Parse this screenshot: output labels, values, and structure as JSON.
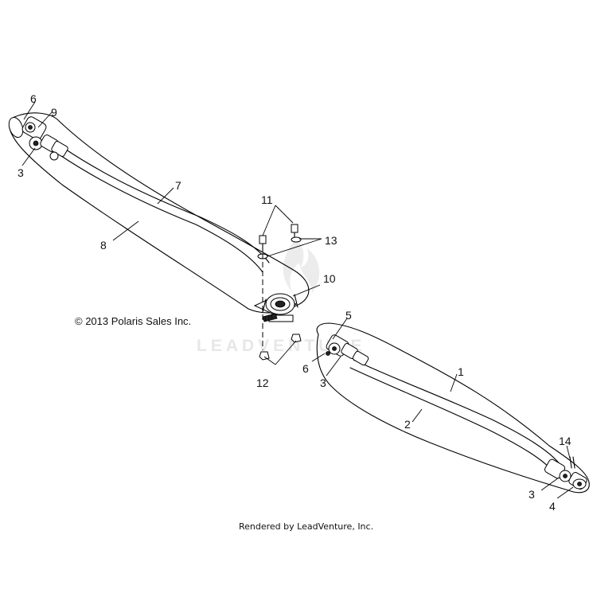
{
  "watermark": {
    "text": "LEADVENTURE",
    "color": "#e5e5e5"
  },
  "copyright": "© 2013 Polaris Sales Inc.",
  "rendered_by": "Rendered by LeadVenture, Inc.",
  "callouts": {
    "c1": "1",
    "c2": "2",
    "c3a": "3",
    "c3b": "3",
    "c3c": "3",
    "c4": "4",
    "c5": "5",
    "c6a": "6",
    "c6b": "6",
    "c7": "7",
    "c8": "8",
    "c9": "9",
    "c10": "10",
    "c11": "11",
    "c12": "12",
    "c13": "13",
    "c14": "14"
  },
  "colors": {
    "line": "#000000",
    "background": "#ffffff"
  }
}
